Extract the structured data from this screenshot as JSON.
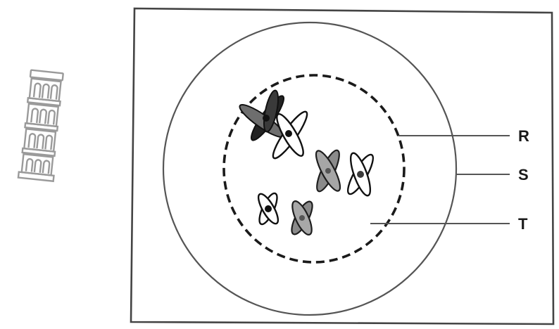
{
  "diagram": {
    "labels": {
      "R": "R",
      "S": "S",
      "T": "T"
    },
    "colors": {
      "outline": "#444444",
      "dark": "#1e1e1e",
      "grey": "#8a8a8a",
      "leader": "#555555"
    },
    "icons": {
      "corner": "leaning-tower-icon"
    }
  }
}
